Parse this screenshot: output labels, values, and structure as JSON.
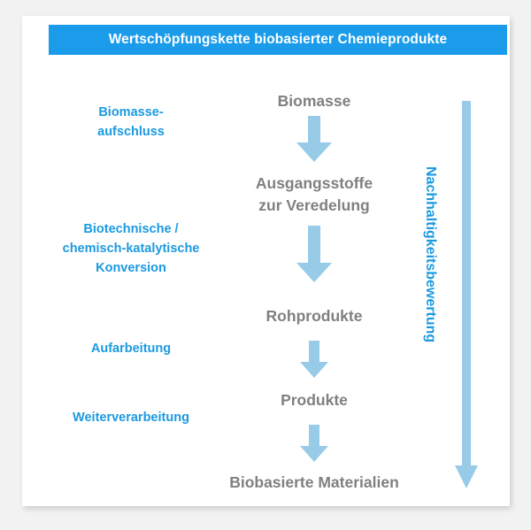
{
  "header": {
    "title": "Wertschöpfungskette biobasierter Chemieprodukte"
  },
  "colors": {
    "title_bar": "#1b9ceb",
    "label_blue": "#1b9ae0",
    "node_gray": "#808080",
    "arrow_blue": "#97cbe8",
    "page_background": "#f2f2f2",
    "card_background": "#ffffff"
  },
  "chain": {
    "nodes": [
      {
        "label": "Biomasse"
      },
      {
        "label": "Ausgangsstoffe"
      },
      {
        "label": "zur Veredelung"
      },
      {
        "label": "Rohprodukte"
      },
      {
        "label": "Produkte"
      },
      {
        "label": "Biobasierte Materialien"
      }
    ]
  },
  "process_labels": [
    {
      "line1": "Biomasse-",
      "line2": "aufschluss"
    },
    {
      "line1": "Biotechnische /",
      "line2": "chemisch-katalytische",
      "line3": "Konversion"
    },
    {
      "line1": "Aufarbeitung"
    },
    {
      "line1": "Weiterverarbeitung"
    }
  ],
  "assessment": {
    "label": "Nachhaltigkeitsbewertung"
  }
}
